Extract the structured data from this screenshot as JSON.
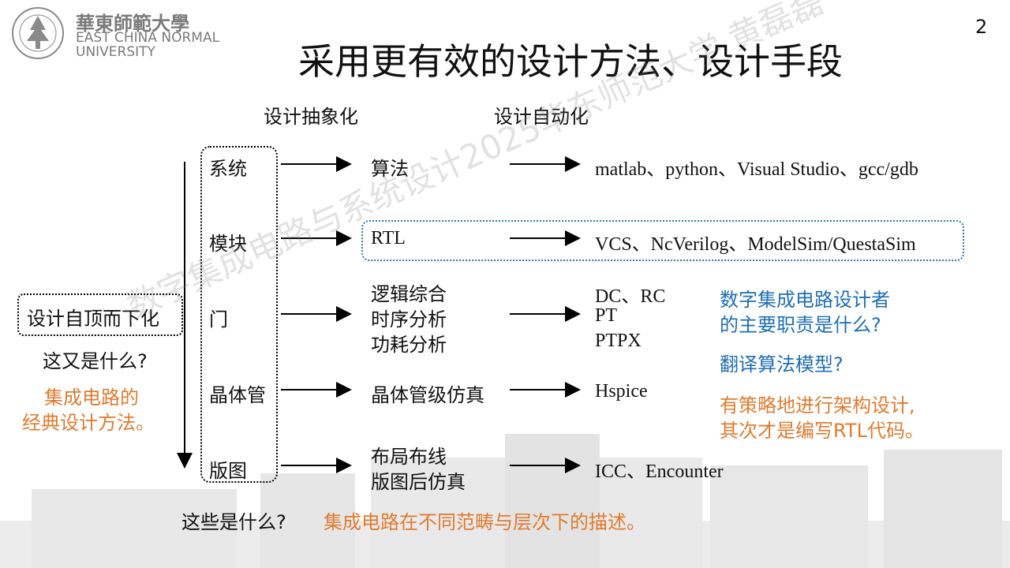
{
  "header": {
    "logo_cn": "華東師範大學",
    "logo_en_line1": "EAST CHINA NORMAL",
    "logo_en_line2": "UNIVERSITY",
    "title": "采用更有效的设计方法、设计手段",
    "page_number": "2"
  },
  "columns": {
    "abstraction": "设计抽象化",
    "automation": "设计自动化"
  },
  "levels": [
    {
      "label": "系统",
      "description": [
        "算法"
      ],
      "tools": [
        "matlab、python、Visual Studio、gcc/gdb"
      ]
    },
    {
      "label": "模块",
      "description": [
        "RTL"
      ],
      "tools": [
        "VCS、NcVerilog、ModelSim/QuestaSim"
      ]
    },
    {
      "label": "门",
      "description": [
        "逻辑综合",
        "时序分析",
        "功耗分析"
      ],
      "tools": [
        "DC、RC",
        "PT",
        "PTPX"
      ]
    },
    {
      "label": "晶体管",
      "description": [
        "晶体管级仿真"
      ],
      "tools": [
        "Hspice"
      ]
    },
    {
      "label": "版图",
      "description": [
        "布局布线",
        "版图后仿真"
      ],
      "tools": [
        "ICC、Encounter"
      ]
    }
  ],
  "left": {
    "topdown": "设计自顶而下化",
    "question": "这又是什么?",
    "answer_line1": "集成电路的",
    "answer_line2": "经典设计方法。"
  },
  "right": {
    "q_line1": "数字集成电路设计者",
    "q_line2": "的主要职责是什么?",
    "q2": "翻译算法模型?",
    "a_line1": "有策略地进行架构设计,",
    "a_line2": "其次才是编写RTL代码。"
  },
  "bottom": {
    "question": "这些是什么?",
    "answer": "集成电路在不同范畴与层次下的描述。"
  },
  "watermark": "数字集成电路与系统设计2025华东师范大学 黄磊磊",
  "colors": {
    "orange": "#e07b2f",
    "blue": "#1f6fb2"
  }
}
